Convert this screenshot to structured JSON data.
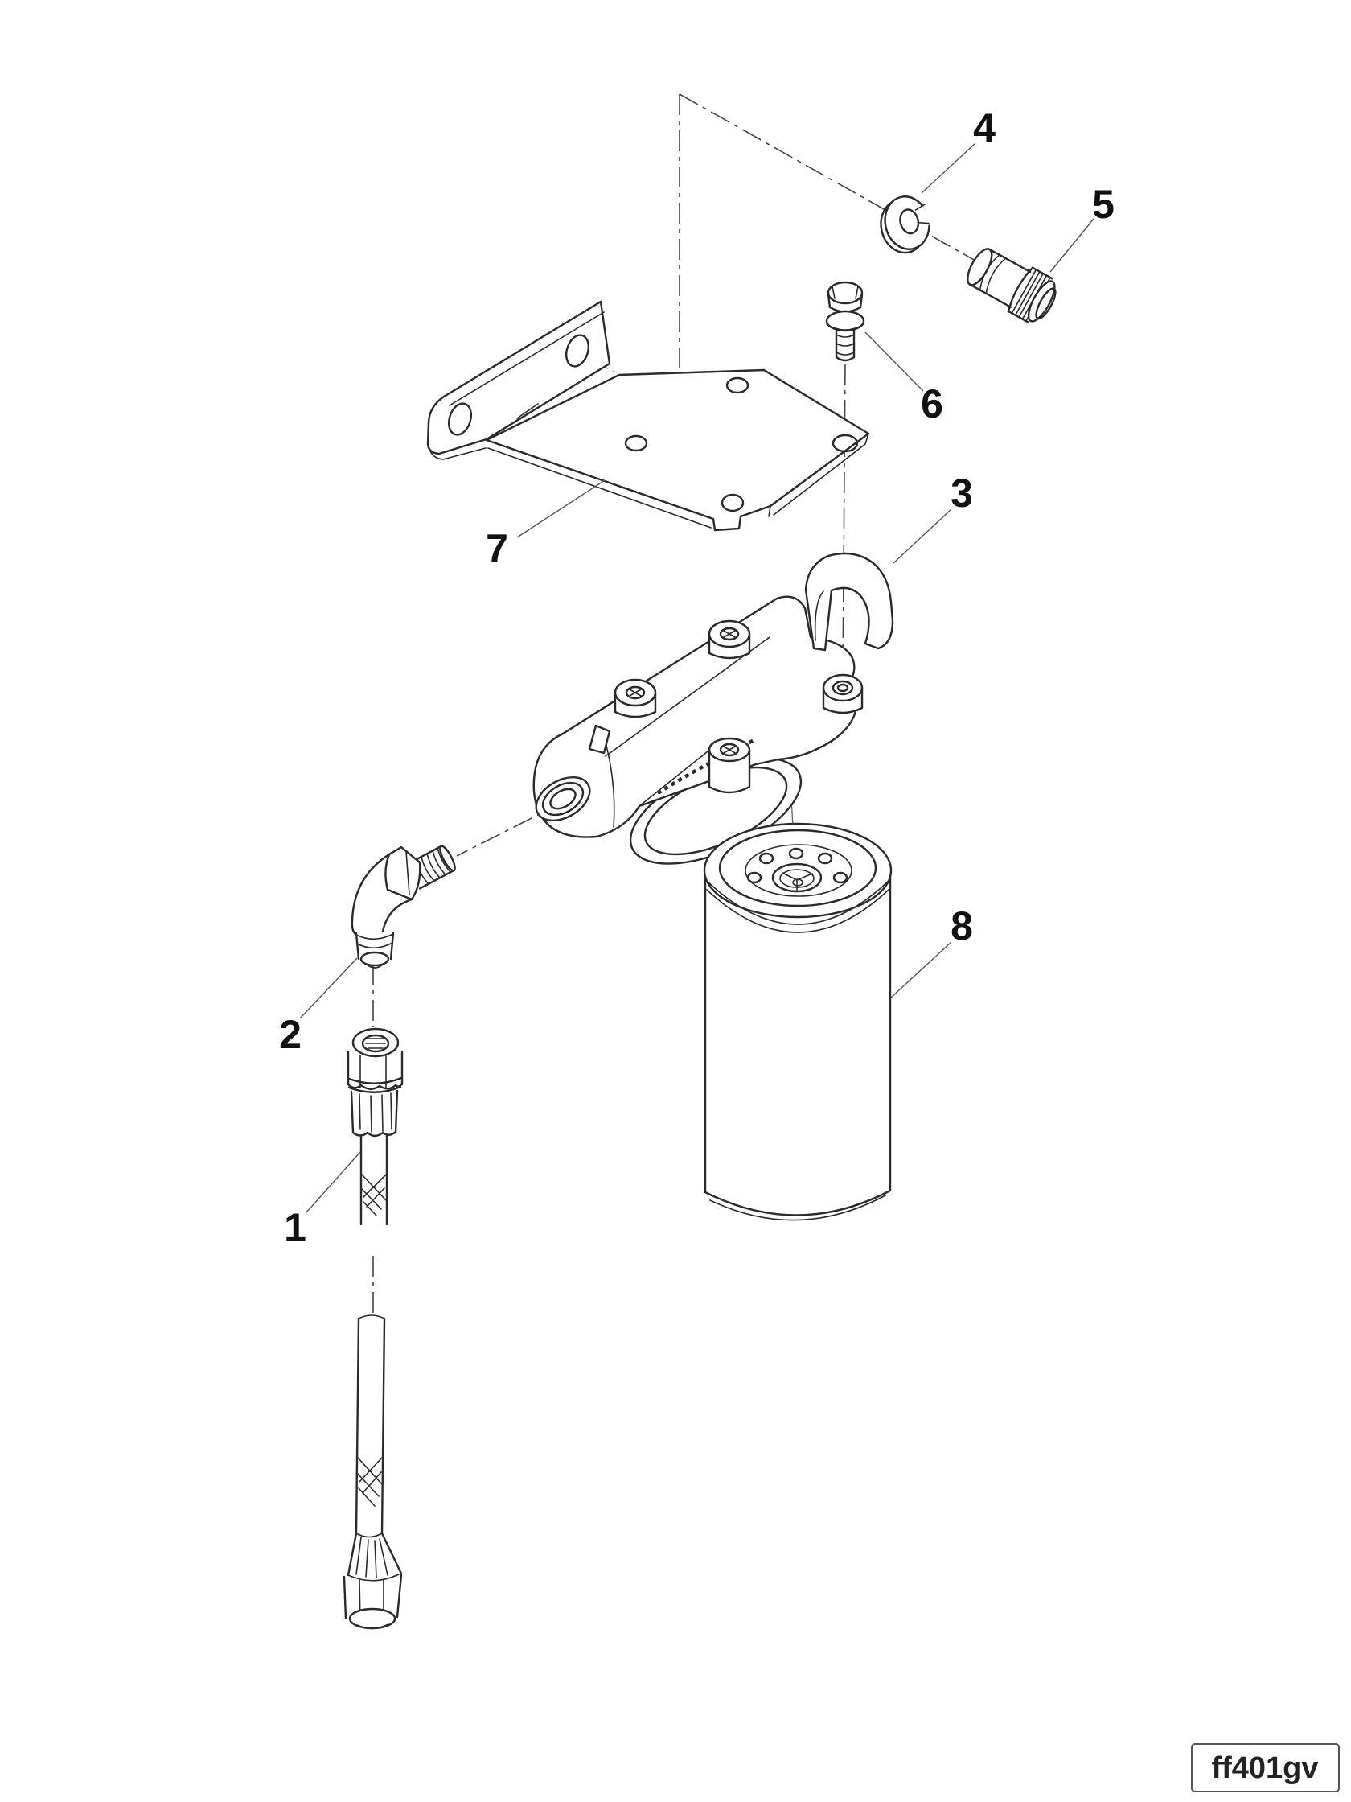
{
  "figure_code": "ff401gv",
  "colors": {
    "line": "#2a2a2a",
    "background": "#ffffff"
  },
  "callouts": [
    {
      "label": "1"
    },
    {
      "label": "2"
    },
    {
      "label": "3"
    },
    {
      "label": "4"
    },
    {
      "label": "5"
    },
    {
      "label": "6"
    },
    {
      "label": "7"
    },
    {
      "label": "8"
    }
  ]
}
